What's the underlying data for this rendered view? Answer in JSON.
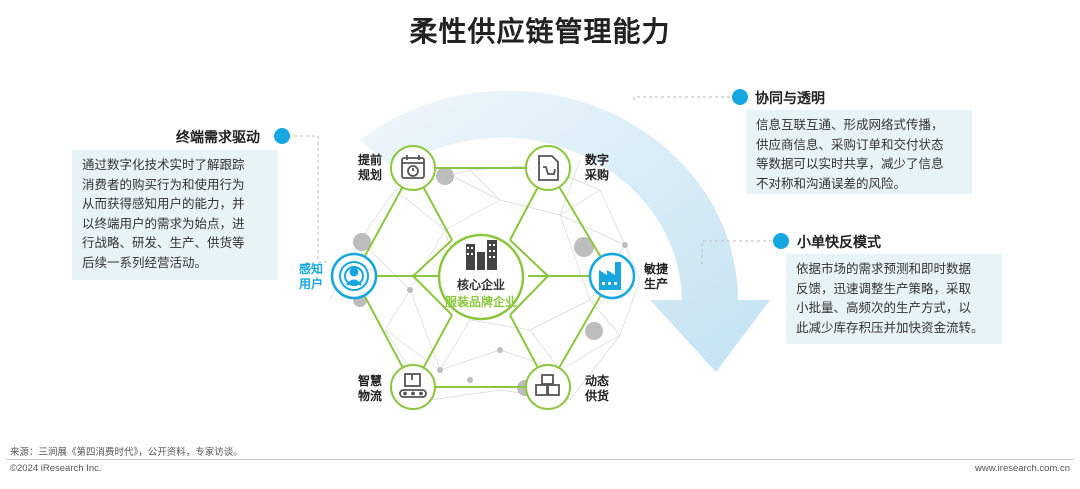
{
  "title": "柔性供应链管理能力",
  "center": {
    "line1": "核心企业",
    "line2": "服装品牌企业",
    "icon": "buildings-icon"
  },
  "nodes": [
    {
      "id": "plan",
      "label1": "提前",
      "label2": "规划",
      "icon": "calendar-icon"
    },
    {
      "id": "purchase",
      "label1": "数字",
      "label2": "采购",
      "icon": "document-cart-icon"
    },
    {
      "id": "production",
      "label1": "敏捷",
      "label2": "生产",
      "icon": "factory-icon"
    },
    {
      "id": "supply",
      "label1": "动态",
      "label2": "供货",
      "icon": "boxes-icon"
    },
    {
      "id": "logistics",
      "label1": "智慧",
      "label2": "物流",
      "icon": "conveyor-box-icon"
    },
    {
      "id": "user",
      "label1": "感知",
      "label2": "用户",
      "icon": "user-target-icon"
    }
  ],
  "callouts": {
    "terminal": {
      "title": "终端需求驱动",
      "lines": [
        "通过数字化技术实时了解跟踪",
        "消费者的购买行为和使用行为",
        "从而获得感知用户的能力，并",
        "以终端用户的需求为始点，进",
        "行战略、研发、生产、供货等",
        "后续一系列经营活动。"
      ]
    },
    "collab": {
      "title": "协同与透明",
      "lines": [
        "信息互联互通、形成网络式传播，",
        "供应商信息、采购订单和交付状态",
        "等数据可以实时共享，减少了信息",
        "不对称和沟通误差的风险。"
      ]
    },
    "quick": {
      "title": "小单快反模式",
      "lines": [
        "依据市场的需求预测和即时数据",
        "反馈，迅速调整生产策略，采取",
        "小批量、高频次的生产方式，以",
        "此减少库存积压并加快资金流转。"
      ]
    }
  },
  "colors": {
    "green": "#8cc63f",
    "blue": "#17a7e0",
    "arrow": "#cfe6f2",
    "box": "#e8f3f8"
  },
  "footer": {
    "source": "来源：三涧展《第四消费时代》，公开资料，专家访谈。",
    "copyright": "©2024 iResearch Inc.",
    "url": "www.iresearch.com.cn"
  }
}
